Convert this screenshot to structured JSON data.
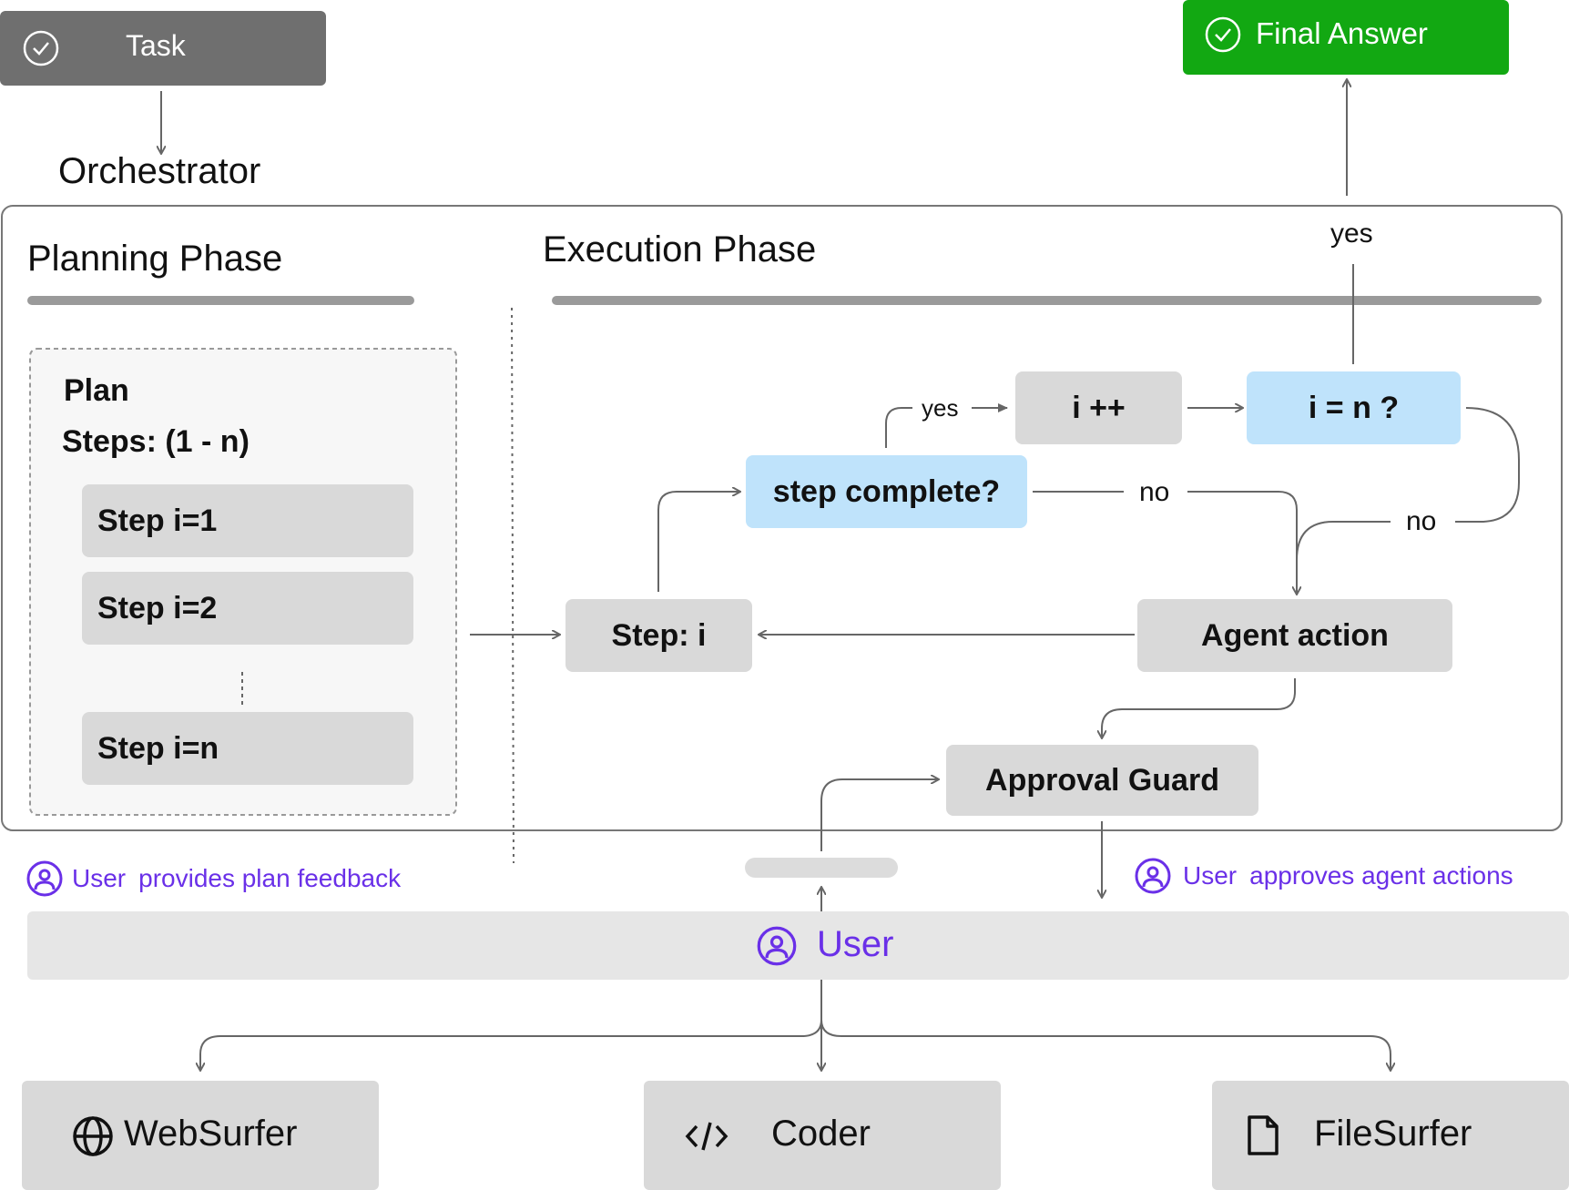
{
  "task": {
    "label": "Task"
  },
  "final": {
    "label": "Final Answer"
  },
  "orchestrator": {
    "title": "Orchestrator"
  },
  "planning": {
    "title": "Planning Phase",
    "plan_title": "Plan",
    "steps_label": "Steps: (1 - n)",
    "steps": [
      "Step i=1",
      "Step i=2",
      "Step i=n"
    ]
  },
  "execution": {
    "title": "Execution Phase",
    "step_i": "Step: i",
    "step_complete": "step complete?",
    "increment": "i ++",
    "check_n": "i = n ?",
    "agent_action": "Agent action",
    "approval_guard": "Approval Guard",
    "yes_label": "yes",
    "no_label": "no",
    "yes_final": "yes",
    "no_loop": "no"
  },
  "user_notes": {
    "plan_feedback_user": "User",
    "plan_feedback_text": "provides plan feedback",
    "approves_user": "User",
    "approves_text": "approves agent actions"
  },
  "user_bar": {
    "label": "User"
  },
  "agents": {
    "websurfer": "WebSurfer",
    "coder": "Coder",
    "filesurfer": "FileSurfer"
  },
  "colors": {
    "accent_green": "#12a812",
    "accent_purple": "#6a30e8",
    "box_gray": "#d9d9d9",
    "box_blue": "#bfe3fb",
    "header_gray": "#6f6f6f"
  }
}
